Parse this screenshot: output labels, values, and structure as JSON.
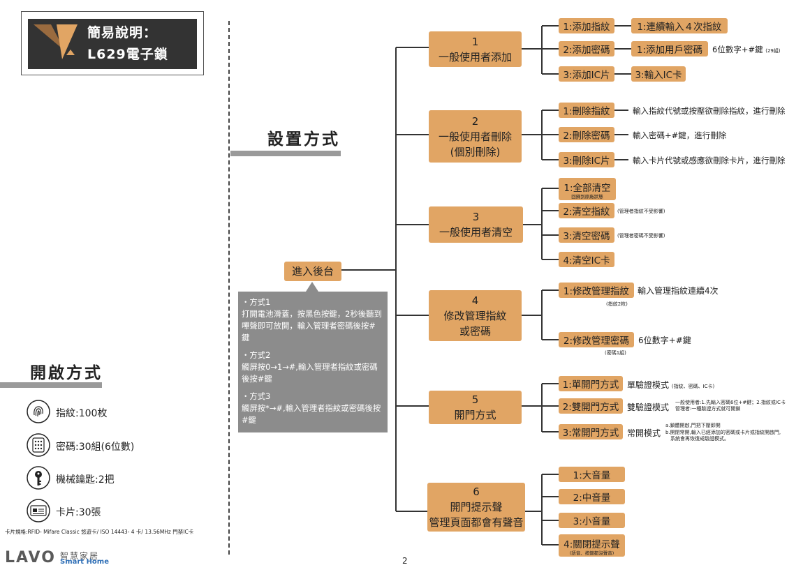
{
  "title": {
    "line1": "簡易說明：",
    "line2": "L629電子鎖"
  },
  "sections": {
    "setup": "設置方式",
    "open": "開啟方式"
  },
  "enter_backend": "進入後台",
  "methods": [
    {
      "head": "・方式1",
      "body": "打開電池滑蓋，按黑色按鍵，2秒後聽到嗶聲即可放開，輸入管理者密碼後按#鍵"
    },
    {
      "head": "・方式2",
      "body": "觸屏按0→1→#,輸入管理者指紋或密碼後按#鍵"
    },
    {
      "head": "・方式3",
      "body": "觸屏按*→#,輸入管理者指紋或密碼後按#鍵"
    }
  ],
  "groups": [
    {
      "num": "1",
      "title": "一般使用者添加",
      "title2": ""
    },
    {
      "num": "2",
      "title": "一般使用者刪除",
      "title2": "(個別刪除)"
    },
    {
      "num": "3",
      "title": "一般使用者清空",
      "title2": ""
    },
    {
      "num": "4",
      "title": "修改管理指紋",
      "title2": "或密碼"
    },
    {
      "num": "5",
      "title": "開門方式",
      "title2": ""
    },
    {
      "num": "6",
      "title": "開門提示聲",
      "title2": "管理頁面都會有聲音"
    }
  ],
  "g1": {
    "s1": "1:添加指紋",
    "s1b": "1:連續輸入４次指紋",
    "s2": "2:添加密碼",
    "s2b": "1:添加用戶密碼",
    "s2n": "6位數字+#鍵",
    "s2ns": "(29組)",
    "s3": "3:添加IC片",
    "s3b": "3:輸入IC卡"
  },
  "g2": {
    "s1": "1:刪除指紋",
    "s1n": "輸入指紋代號或按壓欲刪除指紋，進行刪除",
    "s2": "2:刪除密碼",
    "s2n": "輸入密碼+#鍵，進行刪除",
    "s3": "3:刪除IC片",
    "s3n": "輸入卡片代號或感應欲刪除卡片，進行刪除"
  },
  "g3": {
    "s1": "1:全部清空",
    "s1s": "回歸到原廠狀態",
    "s2": "2:清空指紋",
    "s2n": "(管理者指紋不受影響)",
    "s3": "3:清空密碼",
    "s3n": "(管理者密碼不受影響)",
    "s4": "4:清空IC卡"
  },
  "g4": {
    "s1": "1:修改管理指紋",
    "s1n": "輸入管理指紋連續4次",
    "s1s": "(指紋2枚)",
    "s2": "2:修改管理密碼",
    "s2n": "6位數字+#鍵",
    "s2s": "(密碼1組)"
  },
  "g5": {
    "s1": "1:單開門方式",
    "s1n": "單驗證模式",
    "s1s": "(指紋、密碼、IC卡)",
    "s2": "2:雙開門方式",
    "s2n": "雙驗證模式",
    "s2s1": "一般使用者:1.先輸入密碼6位+#鍵；2.指紋或IC卡",
    "s2s2": "管理者:一種驗證方式就可開鎖",
    "s3": "3:常開門方式",
    "s3n": "常開模式",
    "s3s1": "a.鎖體開啟,門把下壓即開",
    "s3s2": "b.開閉常開,輸入已經添加的密碼或卡片或指紋開啟門,",
    "s3s3": "系統會再恢復成驗證模式。"
  },
  "g6": {
    "s1": "1:大音量",
    "s2": "2:中音量",
    "s3": "3:小音量",
    "s4": "4:關閉提示聲",
    "s4s": "(語音、按鍵都沒聲音)"
  },
  "features": [
    {
      "icon": "fingerprint-icon",
      "label": "指紋:100枚"
    },
    {
      "icon": "keypad-icon",
      "label": "密碼:30組(6位數)"
    },
    {
      "icon": "key-icon",
      "label": "機械鑰匙:2把"
    },
    {
      "icon": "card-icon",
      "label": "卡片:30張"
    }
  ],
  "spec": "卡片規格:RFID- Mifare Classic 悠遊卡/ ISO 14443- 4 卡/ 13.56MHz 門禁IC卡",
  "logo": {
    "name": "LAVO",
    "cn": "智慧家居",
    "en": "Smart Home"
  },
  "page_number": "2",
  "colors": {
    "accent": "#e1a564",
    "dark": "#333333",
    "gray": "#8c8c8c",
    "logo_blue": "#2f6fb6"
  }
}
